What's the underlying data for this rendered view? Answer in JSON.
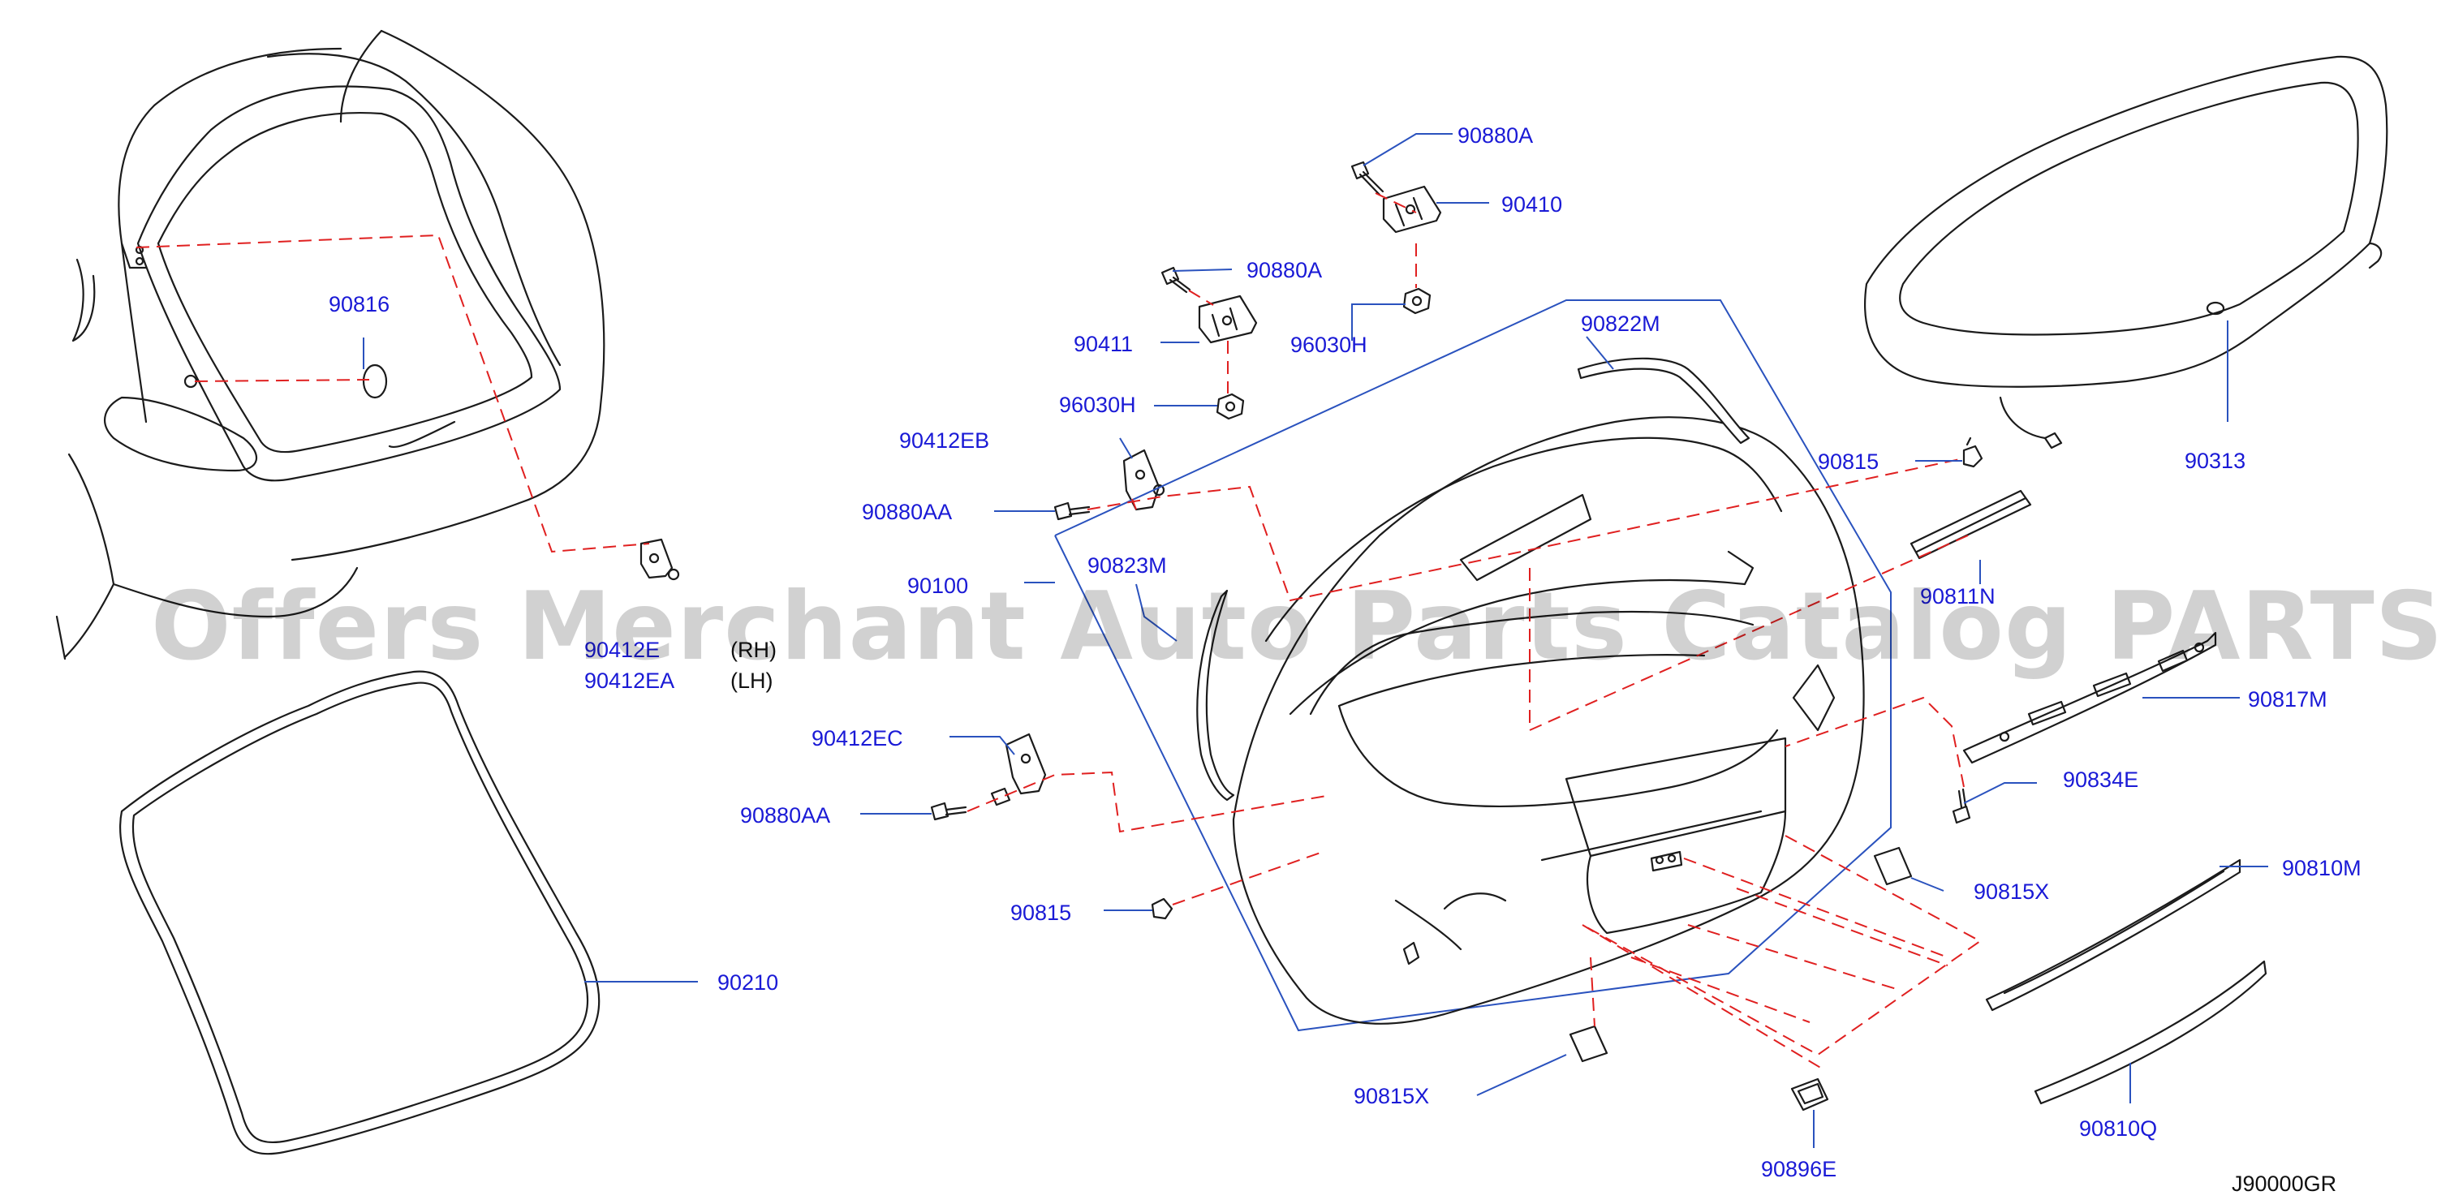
{
  "diagram_id": "J90000GR",
  "colors": {
    "label": "#1a1ad6",
    "leader": "#2a52be",
    "reference": "#e02020",
    "outline": "#1b1b1b"
  },
  "watermark": "Offers Merchant Auto Parts Catalog PARTSTORE.SA",
  "labels": {
    "p90880A_top": "90880A",
    "p90410": "90410",
    "p90880A_mid": "90880A",
    "p90411": "90411",
    "p96030H_right": "96030H",
    "p96030H_left": "96030H",
    "p90822M": "90822M",
    "p90816": "90816",
    "p90412EB": "90412EB",
    "p90880AA_top": "90880AA",
    "p90100": "90100",
    "p90823M": "90823M",
    "p90412E": "90412E",
    "p90412EA": "90412EA",
    "rh": "(RH)",
    "lh": "(LH)",
    "p90412EC": "90412EC",
    "p90880AA_bottom": "90880AA",
    "p90815_left": "90815",
    "p90815_right": "90815",
    "p90313": "90313",
    "p90811N": "90811N",
    "p90817M": "90817M",
    "p90834E": "90834E",
    "p90815X_right": "90815X",
    "p90810M": "90810M",
    "p90210": "90210",
    "p90815X_bottom": "90815X",
    "p90896E": "90896E",
    "p90810Q": "90810Q"
  }
}
